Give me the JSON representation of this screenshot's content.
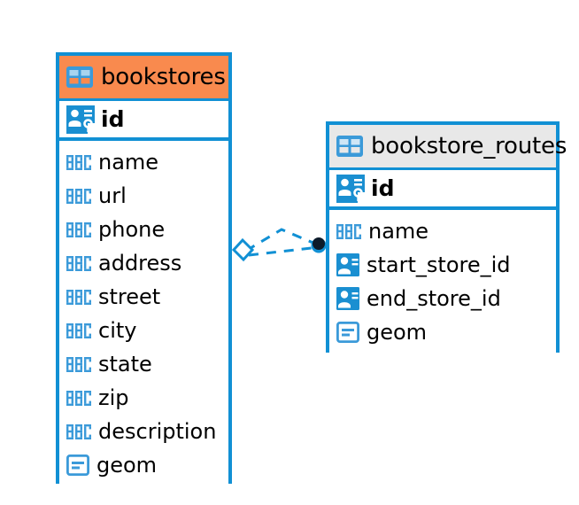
{
  "diagram": {
    "type": "entity-relationship-diagram",
    "background_color": "#ffffff",
    "accent_color": "#1190d4",
    "highlight_color": "#f98a4e",
    "header_gray": "#e8e8e8"
  },
  "entities": [
    {
      "name": "bookstores",
      "header_style": "orange",
      "primary_key": {
        "label": "id",
        "icon": "primary-key-icon"
      },
      "fields": [
        {
          "label": "name",
          "icon": "abc-text-icon"
        },
        {
          "label": "url",
          "icon": "abc-text-icon"
        },
        {
          "label": "phone",
          "icon": "abc-text-icon"
        },
        {
          "label": "address",
          "icon": "abc-text-icon"
        },
        {
          "label": "street",
          "icon": "abc-text-icon"
        },
        {
          "label": "city",
          "icon": "abc-text-icon"
        },
        {
          "label": "state",
          "icon": "abc-text-icon"
        },
        {
          "label": "zip",
          "icon": "abc-text-icon"
        },
        {
          "label": "description",
          "icon": "abc-text-icon"
        },
        {
          "label": "geom",
          "icon": "geometry-icon"
        }
      ]
    },
    {
      "name": "bookstore_routes",
      "header_style": "gray",
      "primary_key": {
        "label": "id",
        "icon": "primary-key-icon"
      },
      "fields": [
        {
          "label": "name",
          "icon": "abc-text-icon"
        },
        {
          "label": "start_store_id",
          "icon": "foreign-key-icon"
        },
        {
          "label": "end_store_id",
          "icon": "foreign-key-icon"
        },
        {
          "label": "geom",
          "icon": "geometry-icon"
        }
      ]
    }
  ],
  "relationships": [
    {
      "from": "bookstore_routes.start_store_id",
      "to": "bookstores.id",
      "line_style": "dashed",
      "source_marker": "filled-circle",
      "target_marker": "diamond"
    },
    {
      "from": "bookstore_routes.end_store_id",
      "to": "bookstores.id",
      "line_style": "dashed",
      "source_marker": "filled-circle",
      "target_marker": "diamond"
    }
  ]
}
